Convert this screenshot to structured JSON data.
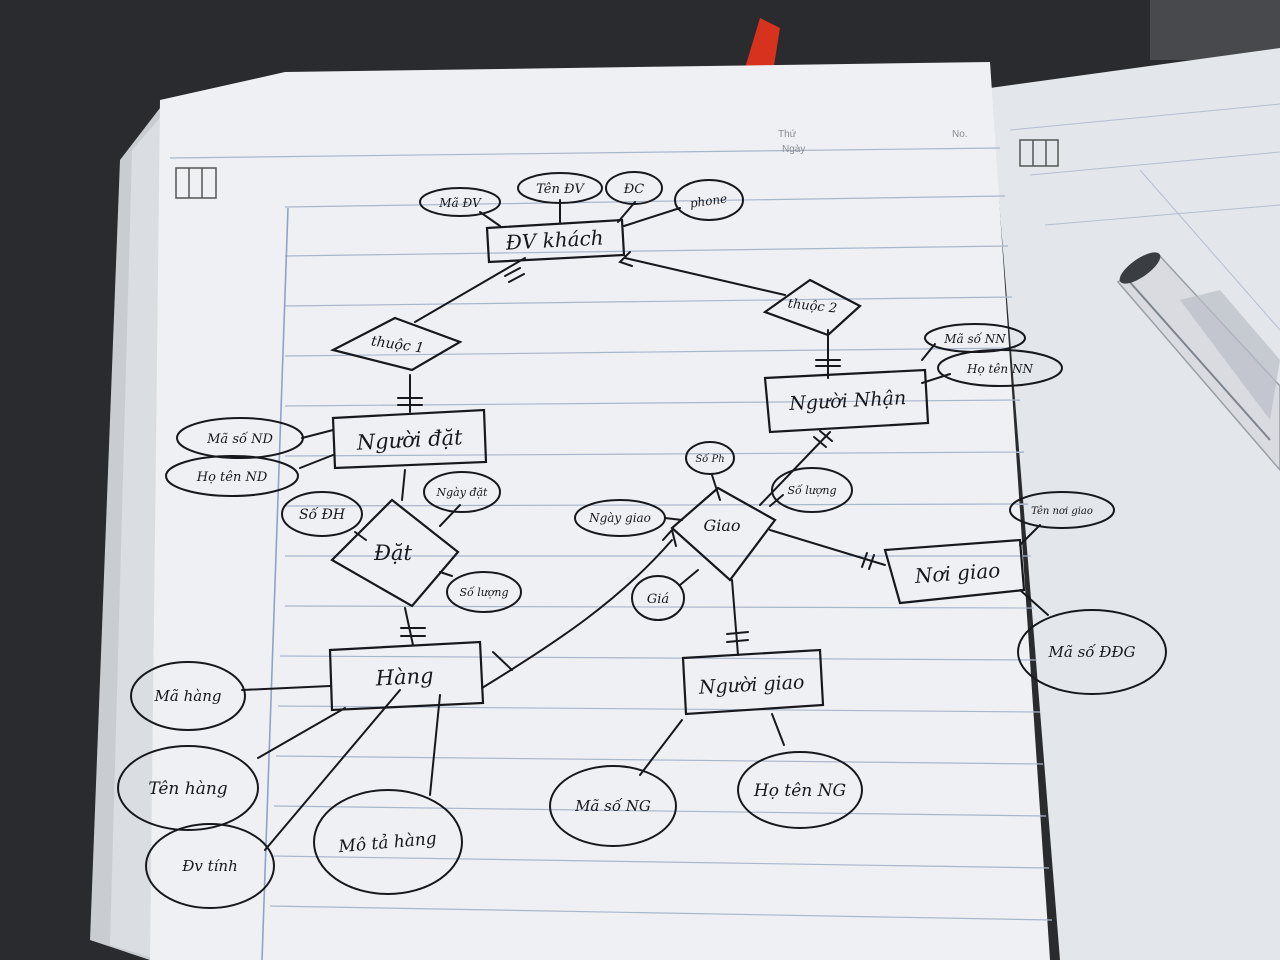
{
  "notebook_header": {
    "thu_label": "Thứ",
    "ngay_label": "Ngày",
    "no_label": "No."
  },
  "entities": {
    "dv_khach": "ĐV khách",
    "nguoi_dat": "Người đặt",
    "nguoi_nhan": "Người Nhận",
    "hang": "Hàng",
    "nguoi_giao": "Người giao",
    "noi_giao": "Nơi giao"
  },
  "relationships": {
    "thuoc_1": "thuộc 1",
    "thuoc_2": "thuộc 2",
    "dat": "Đặt",
    "giao": "Giao"
  },
  "attributes": {
    "ma_dv": "Mã ĐV",
    "ten_dv": "Tên ĐV",
    "dc": "ĐC",
    "phone": "phone",
    "ma_so_nn": "Mã số NN",
    "ho_ten_nn": "Họ tên NN",
    "ma_so_nd": "Mã số ND",
    "ho_ten_nd": "Họ tên ND",
    "so_dh": "Số ĐH",
    "ngay_dat": "Ngày đặt",
    "so_luong_dat": "Số lượng",
    "so_ph": "Số Ph",
    "so_luong_giao": "Số lượng",
    "ngay_giao": "Ngày giao",
    "gia": "Giá",
    "ten_noi_giao": "Tên nơi giao",
    "ma_so_ddg": "Mã số ĐĐG",
    "ma_hang": "Mã hàng",
    "ten_hang": "Tên hàng",
    "dv_tinh": "Đv tính",
    "mo_ta_hang": "Mô tả hàng",
    "ma_so_ng": "Mã số NG",
    "ho_ten_ng": "Họ tên NG"
  },
  "colors": {
    "ink": "#16181d",
    "paper": "#eef0f3",
    "rule_line": "#a9b7cc",
    "margin_line": "#8fa3c8",
    "table_surface": "#2a2b2e",
    "bookmark": "#d6321e"
  }
}
